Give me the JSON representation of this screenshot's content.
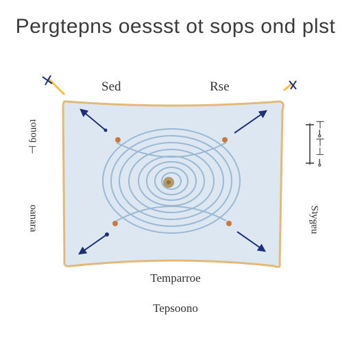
{
  "title": "Pergtepns oessst ot sops ond plst",
  "labels": {
    "top_left": "Sed",
    "top_right": "Rse",
    "bottom_1": "Temparroe",
    "bottom_2": "Tepsoono",
    "left_1": "⊣ ɓouoʇ",
    "left_2": "ɐɹɐuɐo",
    "right_1": "⊢⊸⊢⊣ ⊸",
    "right_2": "Sʇyᵷɐu"
  },
  "colors": {
    "panel_fill": "#dde7f2",
    "panel_border": "#e3b978",
    "ring": "#9bb8d3",
    "arrow": "#1f2f78",
    "node": "#c87a3c",
    "center": "#b5996a",
    "accent_yellow": "#f0c440"
  },
  "icons": [
    "arrow-icon",
    "x-marker-icon",
    "target-center-icon",
    "node-dot-icon"
  ]
}
